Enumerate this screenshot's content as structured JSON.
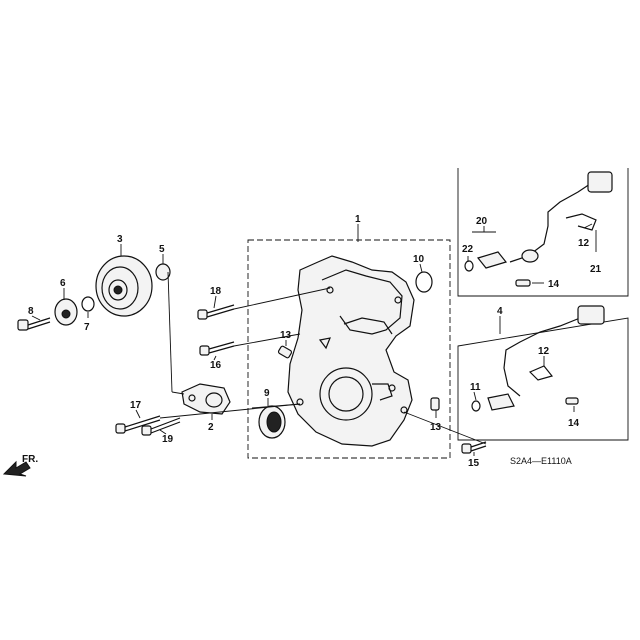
{
  "diagram": {
    "code": "S2A4—E1110A",
    "direction_label": "FR.",
    "callouts": {
      "p1": "1",
      "p2": "2",
      "p3": "3",
      "p4": "4",
      "p5": "5",
      "p6": "6",
      "p7": "7",
      "p8": "8",
      "p9": "9",
      "p10": "10",
      "p11": "11",
      "p12a": "12",
      "p12b": "12",
      "p13a": "13",
      "p13b": "13",
      "p14a": "14",
      "p14b": "14",
      "p15": "15",
      "p16": "16",
      "p17": "17",
      "p18": "18",
      "p19": "19",
      "p20": "20",
      "p21": "21",
      "p22": "22"
    }
  }
}
